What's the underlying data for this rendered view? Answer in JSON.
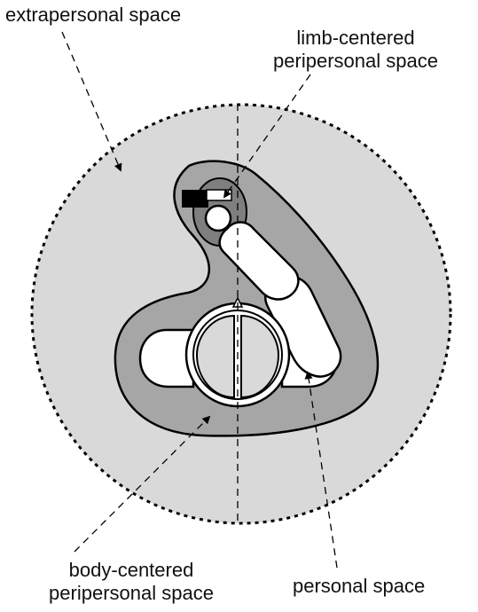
{
  "labels": {
    "extrapersonal": "extrapersonal space",
    "limb_line1": "limb-centered",
    "limb_line2": "peripersonal space",
    "body_line1": "body-centered",
    "body_line2": "peripersonal space",
    "personal": "personal space"
  },
  "colors": {
    "extrapersonal_fill": "#d9d9d9",
    "peripersonal_fill": "#a6a6a6",
    "limb_region_fill": "#7f7f7f",
    "body_fill": "#ffffff",
    "object_fill": "#000000",
    "stroke": "#000000"
  }
}
